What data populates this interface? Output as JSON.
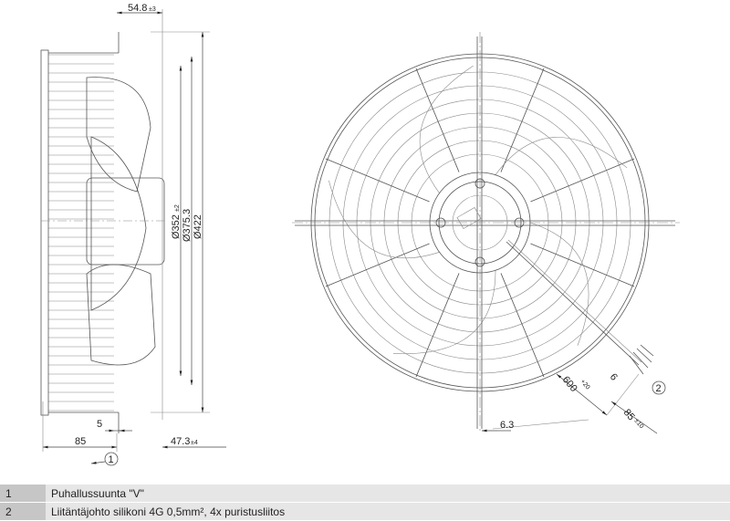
{
  "side_view": {
    "dim_top": "54.8",
    "dim_top_tol": "±3",
    "dia_1": "Ø352",
    "dia_1_tol": "±2",
    "dia_2": "Ø375.3",
    "dia_3": "Ø422",
    "dim_5": "5",
    "dim_85": "85",
    "dim_47": "47.3",
    "dim_47_tol": "±4",
    "callout_1": "1"
  },
  "front_view": {
    "dim_63": "6.3",
    "dim_600": "600",
    "dim_600_tol": "+20",
    "dim_6": "6",
    "dim_85": "85",
    "dim_85_tol": "±10",
    "callout_2": "2"
  },
  "legend": [
    {
      "num": "1",
      "text": "Puhallussuunta \"V\""
    },
    {
      "num": "2",
      "text": "Liitäntäjohto silikoni 4G 0,5mm², 4x puristusliitos"
    }
  ]
}
